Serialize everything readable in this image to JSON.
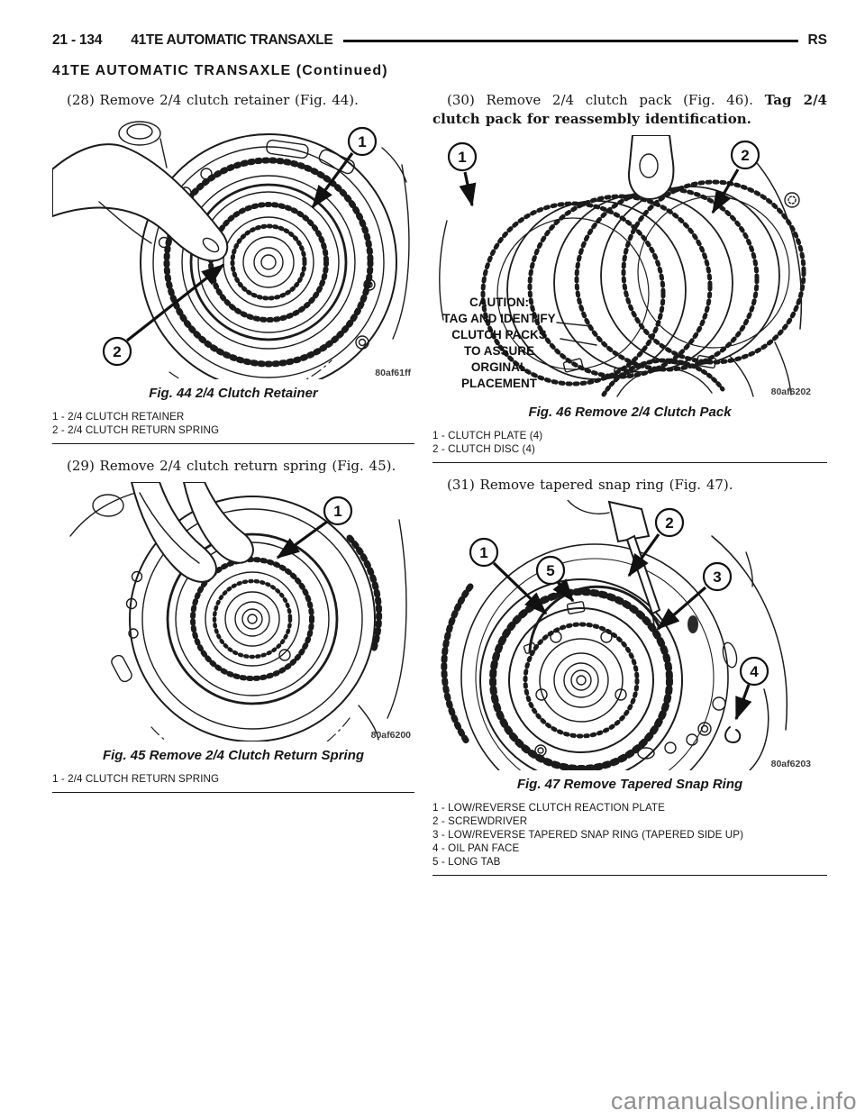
{
  "header": {
    "page_number": "21 - 134",
    "section_title": "41TE AUTOMATIC TRANSAXLE",
    "region_code": "RS",
    "continued_heading": "41TE AUTOMATIC TRANSAXLE (Continued)"
  },
  "watermark": "carmanualsonline.info",
  "left_column": {
    "step_28": "(28) Remove 2/4 clutch retainer (Fig. 44).",
    "fig44": {
      "caption": "Fig. 44 2/4 Clutch Retainer",
      "code": "80af61ff",
      "callouts": [
        "1",
        "2"
      ],
      "legend": [
        "1 - 2/4 CLUTCH RETAINER",
        "2 - 2/4 CLUTCH RETURN SPRING"
      ]
    },
    "step_29": "(29) Remove 2/4 clutch return spring (Fig. 45).",
    "fig45": {
      "caption": "Fig. 45 Remove 2/4 Clutch Return Spring",
      "code": "80af6200",
      "callouts": [
        "1"
      ],
      "legend": [
        "1 - 2/4 CLUTCH RETURN SPRING"
      ]
    }
  },
  "right_column": {
    "step_30": {
      "normal": "(30) Remove 2/4 clutch pack (Fig. 46).",
      "bold": "Tag 2/4 clutch pack for reassembly identification."
    },
    "fig46": {
      "caption": "Fig. 46 Remove 2/4 Clutch Pack",
      "code": "80af6202",
      "callouts": [
        "1",
        "2"
      ],
      "caution_lines": [
        "CAUTION:",
        "TAG AND IDENTIFY",
        "CLUTCH PACKS",
        "TO ASSURE",
        "ORGINAL",
        "PLACEMENT"
      ],
      "legend": [
        "1 - CLUTCH PLATE (4)",
        "2 - CLUTCH DISC (4)"
      ]
    },
    "step_31": "(31) Remove tapered snap ring (Fig. 47).",
    "fig47": {
      "caption": "Fig. 47 Remove Tapered Snap Ring",
      "code": "80af6203",
      "callouts": [
        "1",
        "2",
        "3",
        "4",
        "5"
      ],
      "legend": [
        "1 - LOW/REVERSE CLUTCH REACTION PLATE",
        "2 - SCREWDRIVER",
        "3 - LOW/REVERSE TAPERED SNAP RING (TAPERED SIDE UP)",
        "4 - OIL PAN FACE",
        "5 - LONG TAB"
      ]
    }
  }
}
